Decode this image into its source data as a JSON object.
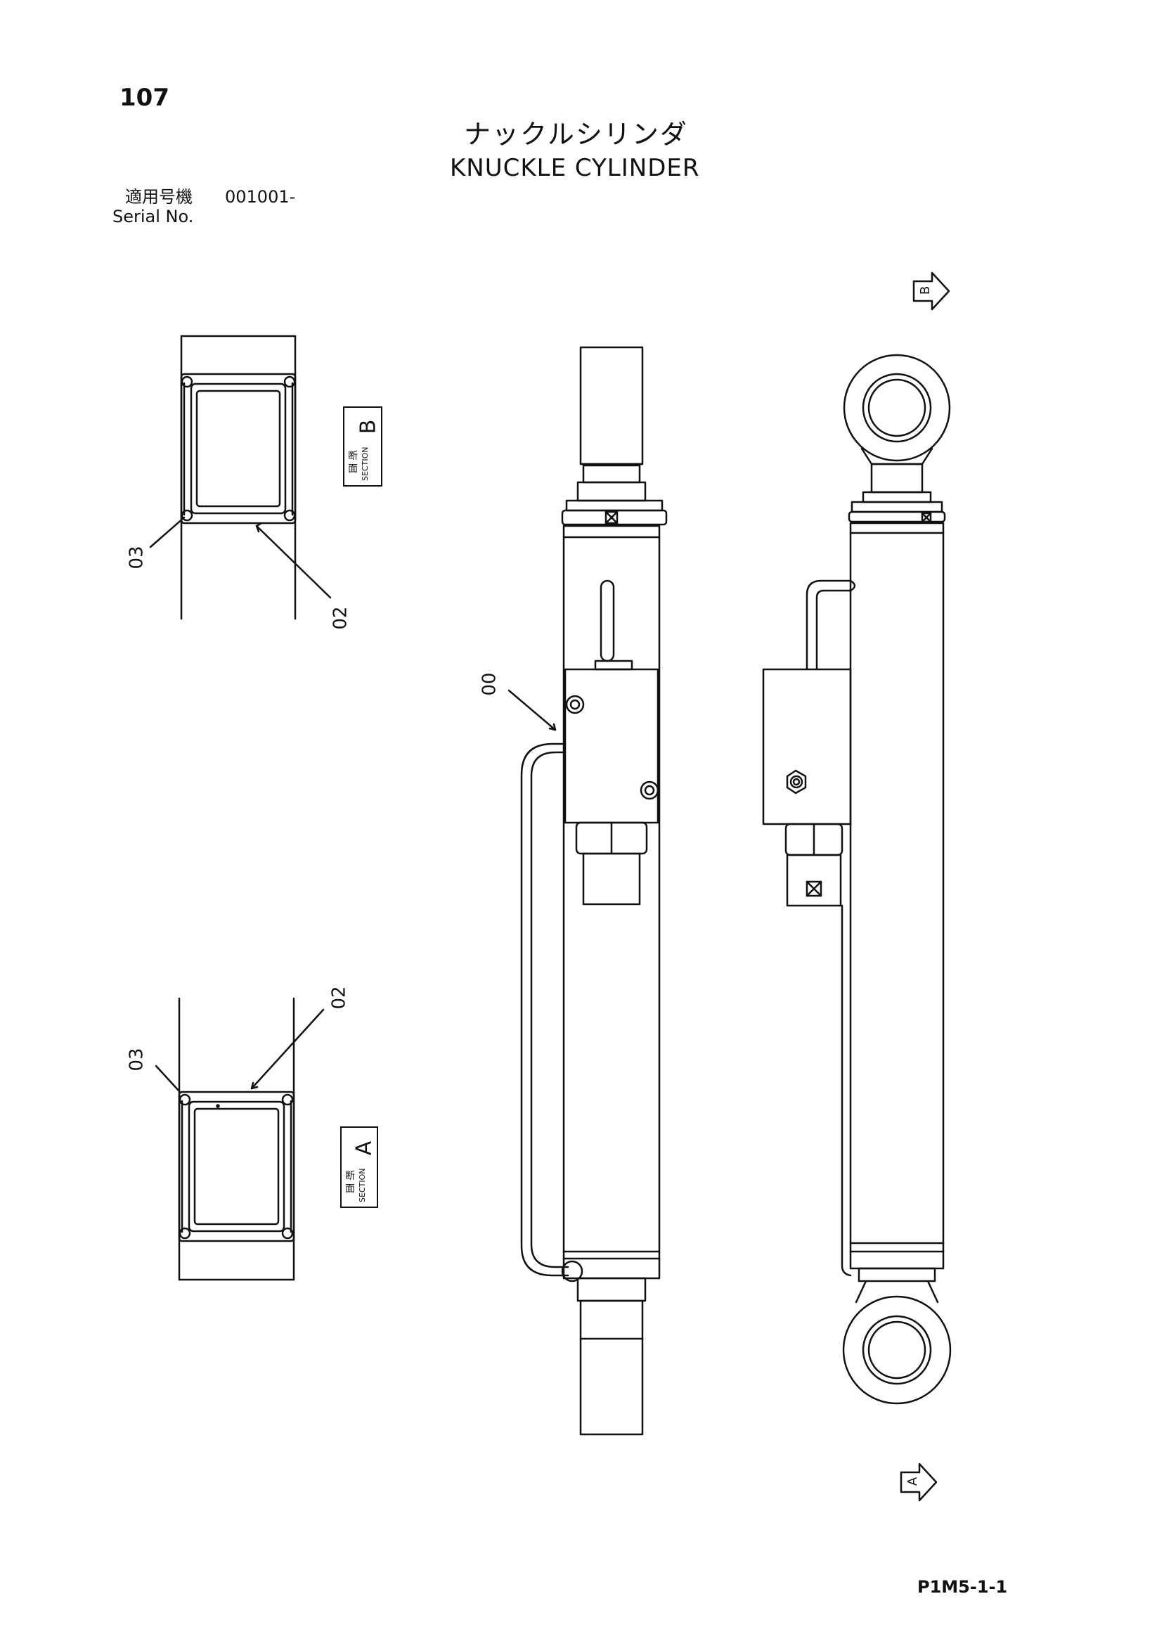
{
  "page_number": "107",
  "title_jp": "ナックルシリンダ",
  "title_en": "KNUCKLE CYLINDER",
  "serial": {
    "label_jp": "適用号機",
    "value": "001001-",
    "label_en": "Serial No."
  },
  "sheet_id": "P1M5-1-1",
  "callouts": {
    "part_00": "00",
    "part_02_b": "02",
    "part_03_b": "03",
    "part_02_a": "02",
    "part_03_a": "03"
  },
  "sections": {
    "b": {
      "jp": "断 面",
      "en": "SECTION",
      "letter": "B"
    },
    "a": {
      "jp": "断 面",
      "en": "SECTION",
      "letter": "A"
    }
  },
  "view_arrows": {
    "b": "B",
    "a": "A"
  }
}
